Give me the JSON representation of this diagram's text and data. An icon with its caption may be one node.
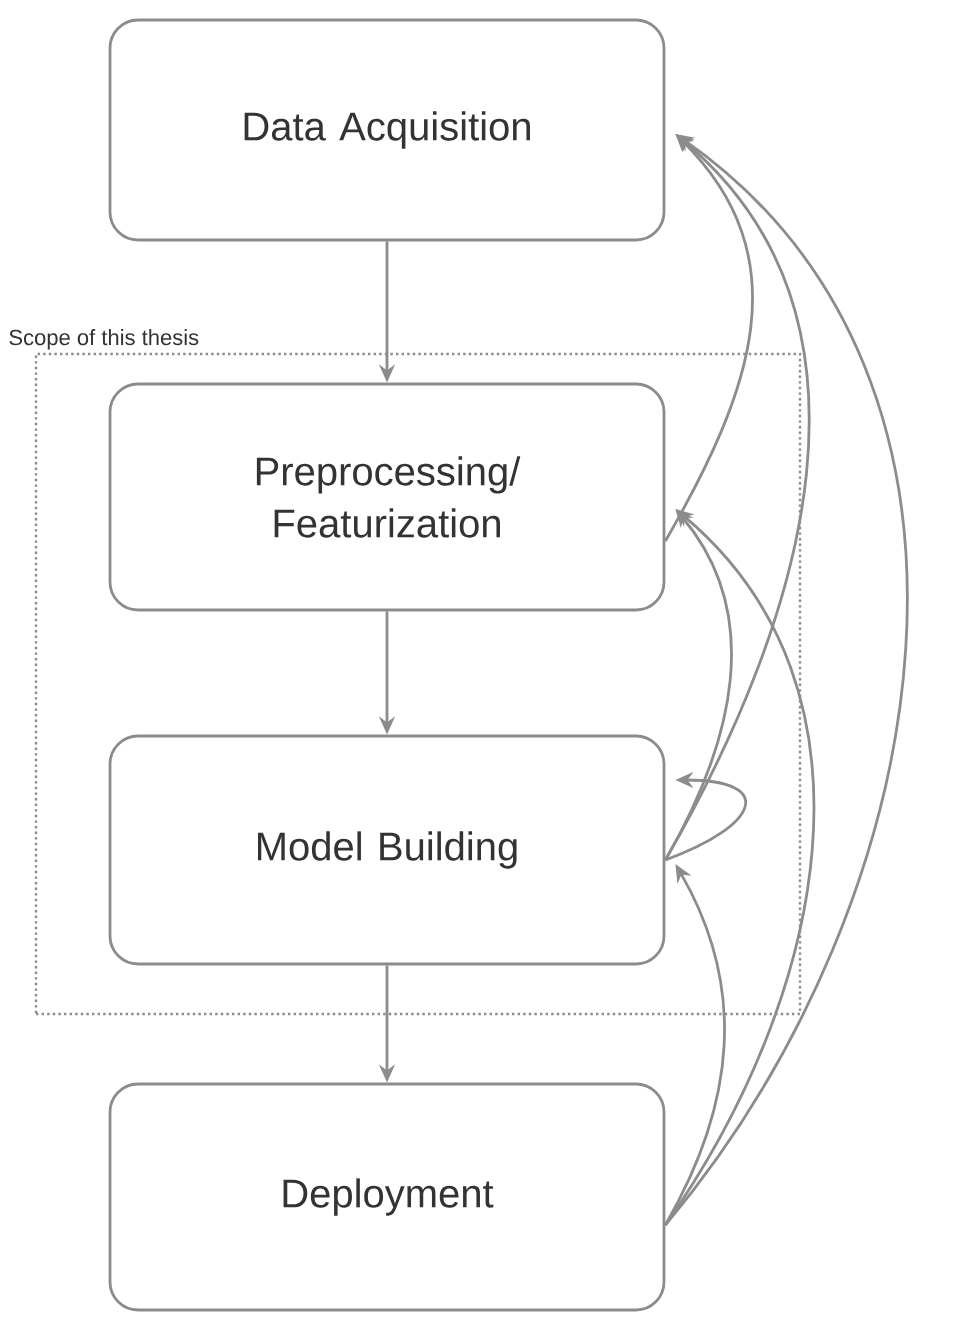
{
  "diagram": {
    "nodes": [
      {
        "text": [
          "Data Acquisition"
        ]
      },
      {
        "text": [
          "Scope of this thesis"
        ]
      },
      {
        "text": [
          "Preprocessing/ Featurization"
        ],
        "in": 1
      },
      {
        "text": [
          "Model Building"
        ],
        "in": 1
      },
      {
        "text": [
          "Deployment"
        ]
      }
    ],
    "edges": [
      {
        "from": 0,
        "to": 2,
        "arrow": "to"
      },
      {
        "from": 2,
        "to": 3,
        "arrow": "to"
      },
      {
        "from": 3,
        "to": 4,
        "arrow": "to"
      },
      {
        "from": 2,
        "to": 0,
        "arrow": "to"
      },
      {
        "from": 3,
        "to": 0,
        "arrow": "to"
      },
      {
        "from": 3,
        "to": 2,
        "arrow": "to"
      },
      {
        "from": 3,
        "to": 3,
        "arrow": "to"
      },
      {
        "from": 4,
        "to": 0,
        "arrow": "to"
      },
      {
        "from": 4,
        "to": 2,
        "arrow": "to"
      },
      {
        "from": 4,
        "to": 3,
        "arrow": "to"
      }
    ]
  }
}
